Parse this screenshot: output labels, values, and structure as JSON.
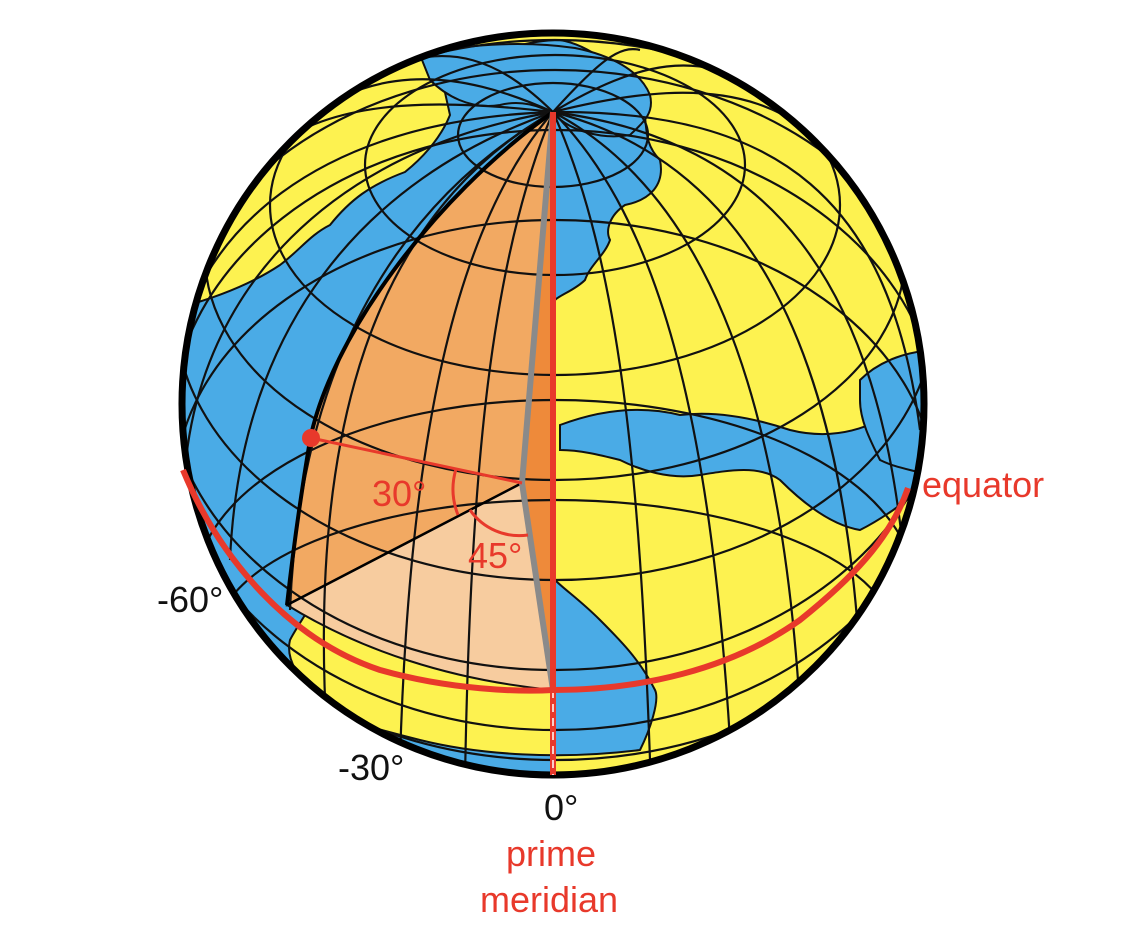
{
  "labels": {
    "equator": "equator",
    "prime_meridian_line1": "prime",
    "prime_meridian_line2": "meridian",
    "lon_0": "0°",
    "lon_minus30": "-30°",
    "lon_minus60": "-60°",
    "latitude_angle": "30°",
    "longitude_angle": "45°"
  },
  "colors": {
    "land": "#fdf250",
    "ocean": "#4aabe6",
    "highlight": "#e8392b",
    "wedge_upper": "#f2a962",
    "wedge_lower": "#f7cc9f",
    "wedge_thin": "#ee8a3a",
    "axis": "#8a8a8a",
    "grid": "#111111"
  },
  "icons": {
    "point_marker": "red-dot-icon"
  }
}
